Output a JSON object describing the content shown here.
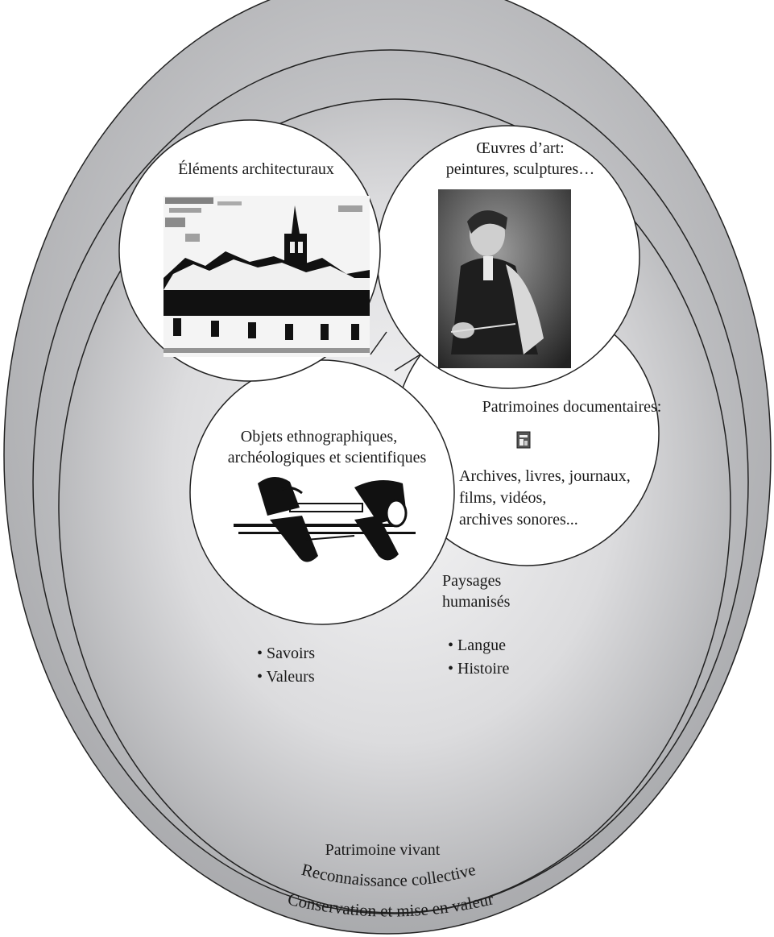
{
  "diagram": {
    "outer_ring_label": "Conservation et mise en valeur",
    "middle_ring_label": "Reconnaissance collective",
    "inner_label": "Patrimoine vivant",
    "circles": {
      "architecture": {
        "title": "Éléments architecturaux",
        "image": "snowy-building-with-bell-tower"
      },
      "art": {
        "title_line1": "Œuvres d’art:",
        "title_line2": "peintures, sculptures…",
        "image": "portrait-painting-of-seated-man"
      },
      "documents": {
        "title": "Patrimoines documentaires:",
        "icon": "document-icon",
        "lines": [
          "Archives, livres, journaux,",
          "films, vidéos,",
          "archives sonores..."
        ]
      },
      "objects": {
        "title_line1": "Objets ethnographiques,",
        "title_line2": "archéologiques et scientifiques",
        "image": "hand-plane-tool-drawing"
      }
    },
    "landscapes": {
      "line1": "Paysages",
      "line2": "humanisés"
    },
    "list_left": [
      "• Savoirs",
      "• Valeurs"
    ],
    "list_right": [
      "• Langue",
      "• Histoire"
    ],
    "colors": {
      "ring_fill": "#a9aaad",
      "ring_center": "#f4f4f5",
      "stroke": "#222222",
      "circle_fill": "#ffffff"
    }
  }
}
